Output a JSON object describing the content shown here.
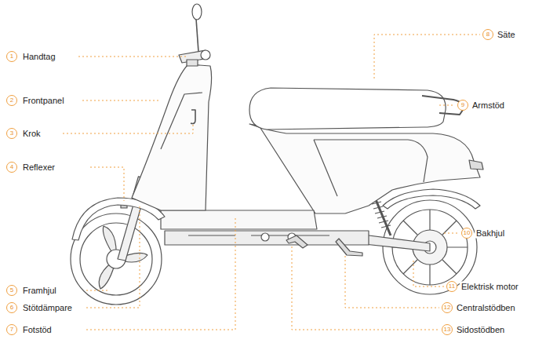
{
  "diagram": {
    "labels": [
      "1",
      "Handtag",
      "2",
      "Frontpanel",
      "3",
      "Krok",
      "4",
      "Reflexer",
      "5",
      "Framhjul",
      "6",
      "Stötdämpare",
      "7",
      "Fotstöd",
      "8",
      "Säte",
      "9",
      "Armstöd",
      "10",
      "Bakhjul",
      "11",
      "Elektrisk motor",
      "12",
      "Centralstödben",
      "13",
      "Sidostödben"
    ]
  }
}
